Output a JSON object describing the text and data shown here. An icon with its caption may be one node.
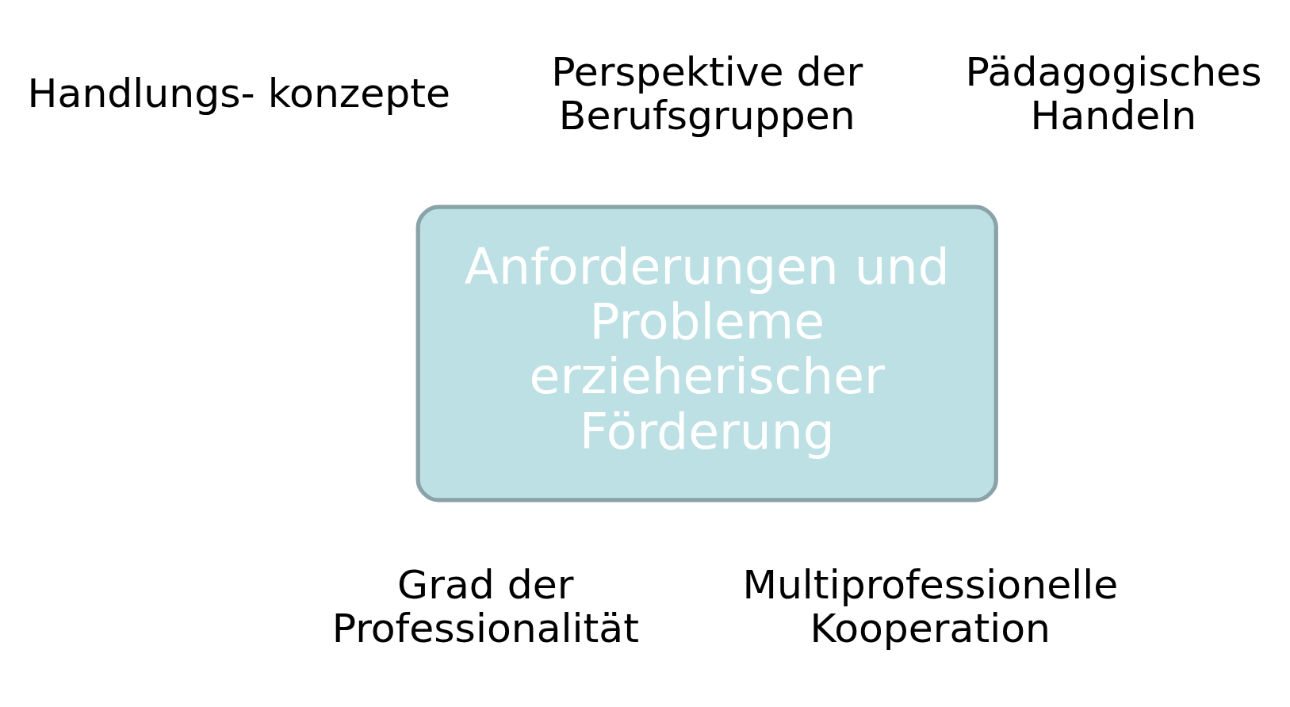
{
  "diagram": {
    "nodes": [
      {
        "text": [
          "Anforderungen und Probleme erzieherischer Förderung"
        ]
      }
    ],
    "labels": [
      "Perspektive der Berufsgruppen",
      "Handlungs- konzepte",
      "Pädagogisches Handeln",
      "Grad der Professionalität",
      "Multiprofessionelle Kooperation"
    ]
  }
}
